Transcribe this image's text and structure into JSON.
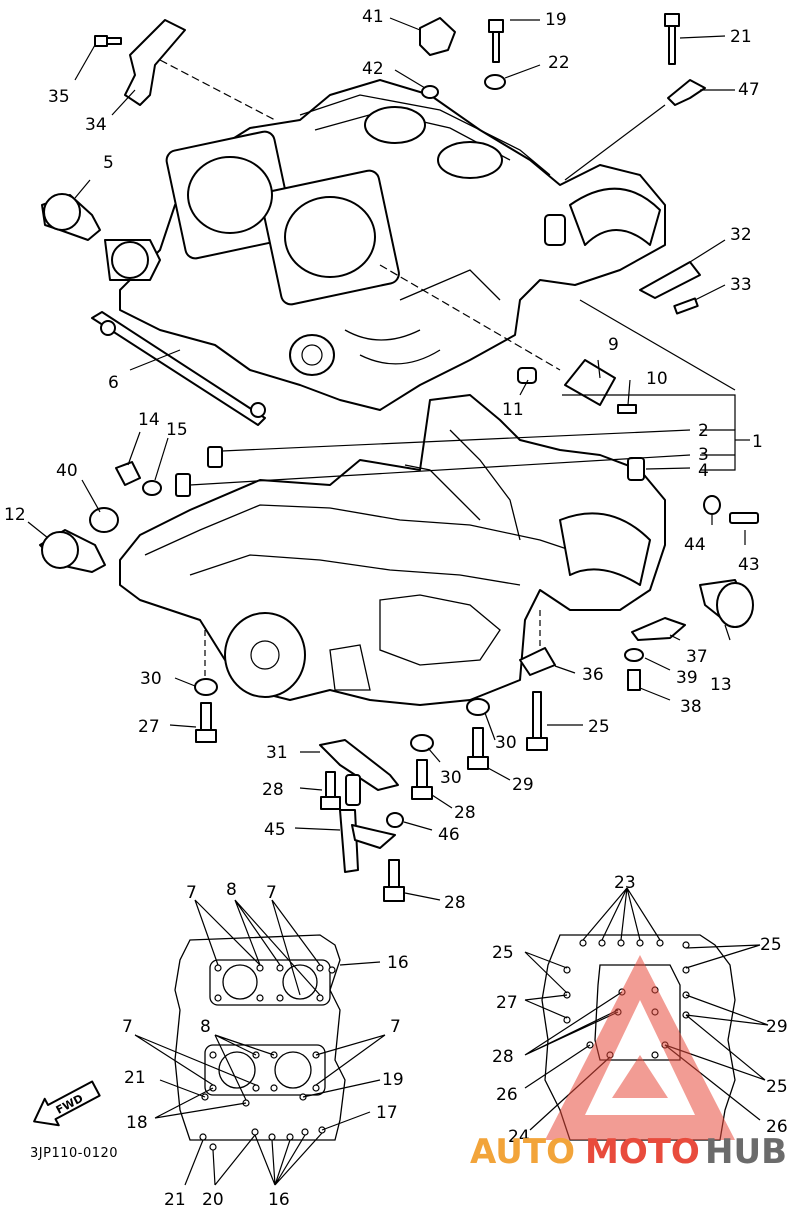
{
  "diagram_code": "3JP110-0120",
  "fwd_label": "FWD",
  "watermark": {
    "part1": "AUTO",
    "part2": "MOTO",
    "part3": "HUB",
    "color1": "#e84b3c",
    "color2": "#f2a43a",
    "color3": "#6b6b6b"
  },
  "callouts": {
    "c41": "41",
    "c19": "19",
    "c21": "21",
    "c42": "42",
    "c22": "22",
    "c47": "47",
    "c35": "35",
    "c34": "34",
    "c5": "5",
    "c32": "32",
    "c33": "33",
    "c6": "6",
    "c9": "9",
    "c10": "10",
    "c11": "11",
    "c14": "14",
    "c15": "15",
    "c40": "40",
    "c12": "12",
    "c2": "2",
    "c3": "3",
    "c1": "1",
    "c4": "4",
    "c44": "44",
    "c43": "43",
    "c13": "13",
    "c37": "37",
    "c39": "39",
    "c36": "36",
    "c38": "38",
    "c30a": "30",
    "c27": "27",
    "c25": "25",
    "c30b": "30",
    "c31": "31",
    "c30c": "30",
    "c29": "29",
    "c28a": "28",
    "c28b": "28",
    "c45": "45",
    "c46": "46",
    "c28c": "28",
    "t7a": "7",
    "t8a": "8",
    "t7b": "7",
    "t16a": "16",
    "t7c": "7",
    "t8b": "8",
    "t7d": "7",
    "t21a": "21",
    "t19": "19",
    "t18": "18",
    "t17": "17",
    "t21b": "21",
    "t20": "20",
    "t16b": "16",
    "b23": "23",
    "b25a": "25",
    "b25b": "25",
    "b27": "27",
    "b29": "29",
    "b28": "28",
    "b25c": "25",
    "b26a": "26",
    "b24": "24",
    "b26b": "26"
  }
}
